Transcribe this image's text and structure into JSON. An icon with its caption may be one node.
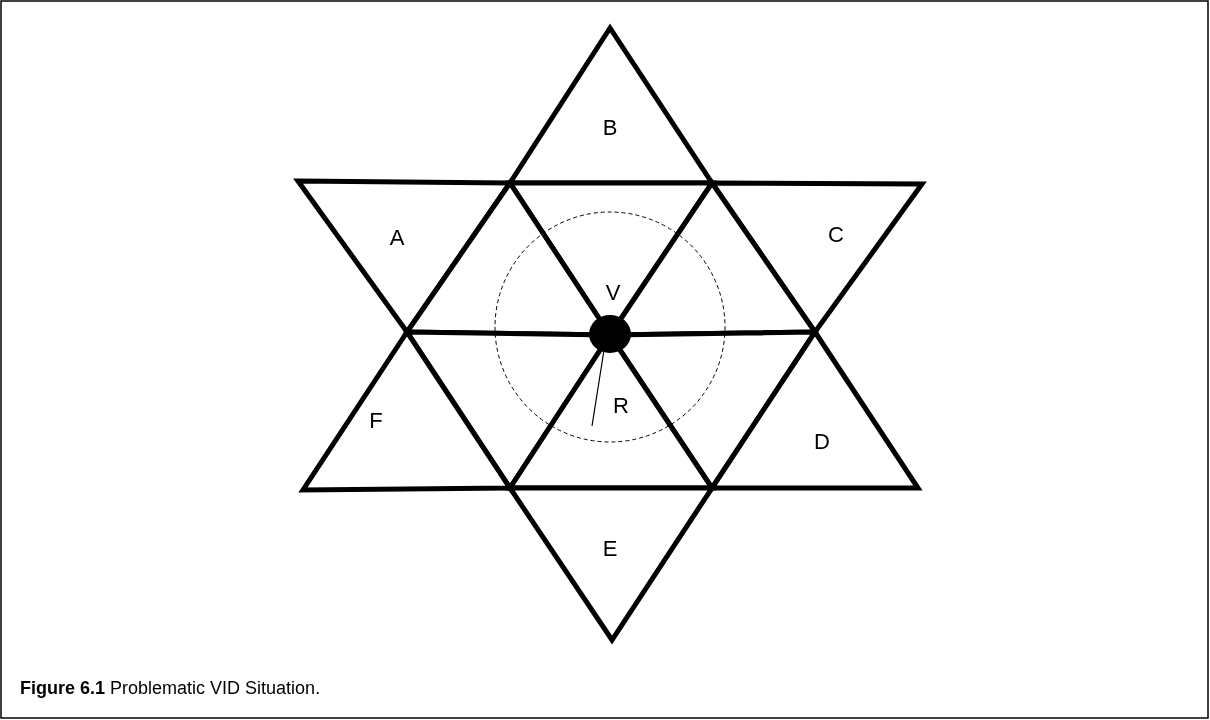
{
  "diagram": {
    "caption": "**Figure 6.1** Problematic VID Situation.",
    "nodes": [
      {
        "text": [
          "B"
        ]
      },
      {
        "text": [
          "A"
        ]
      },
      {
        "text": [
          "C"
        ]
      },
      {
        "text": [],
        "shape": "triangle"
      },
      {
        "text": [],
        "shape": "triangle"
      },
      {
        "text": [],
        "shape": "triangle"
      },
      {
        "text": [],
        "shape": "triangle"
      },
      {
        "text": [],
        "shape": "triangle"
      },
      {
        "text": [
          "F"
        ]
      },
      {
        "text": [
          "D"
        ]
      },
      {
        "text": [],
        "shape": "triangle"
      },
      {
        "text": [
          "E"
        ]
      }
    ],
    "labels": [
      "V",
      "R"
    ]
  }
}
